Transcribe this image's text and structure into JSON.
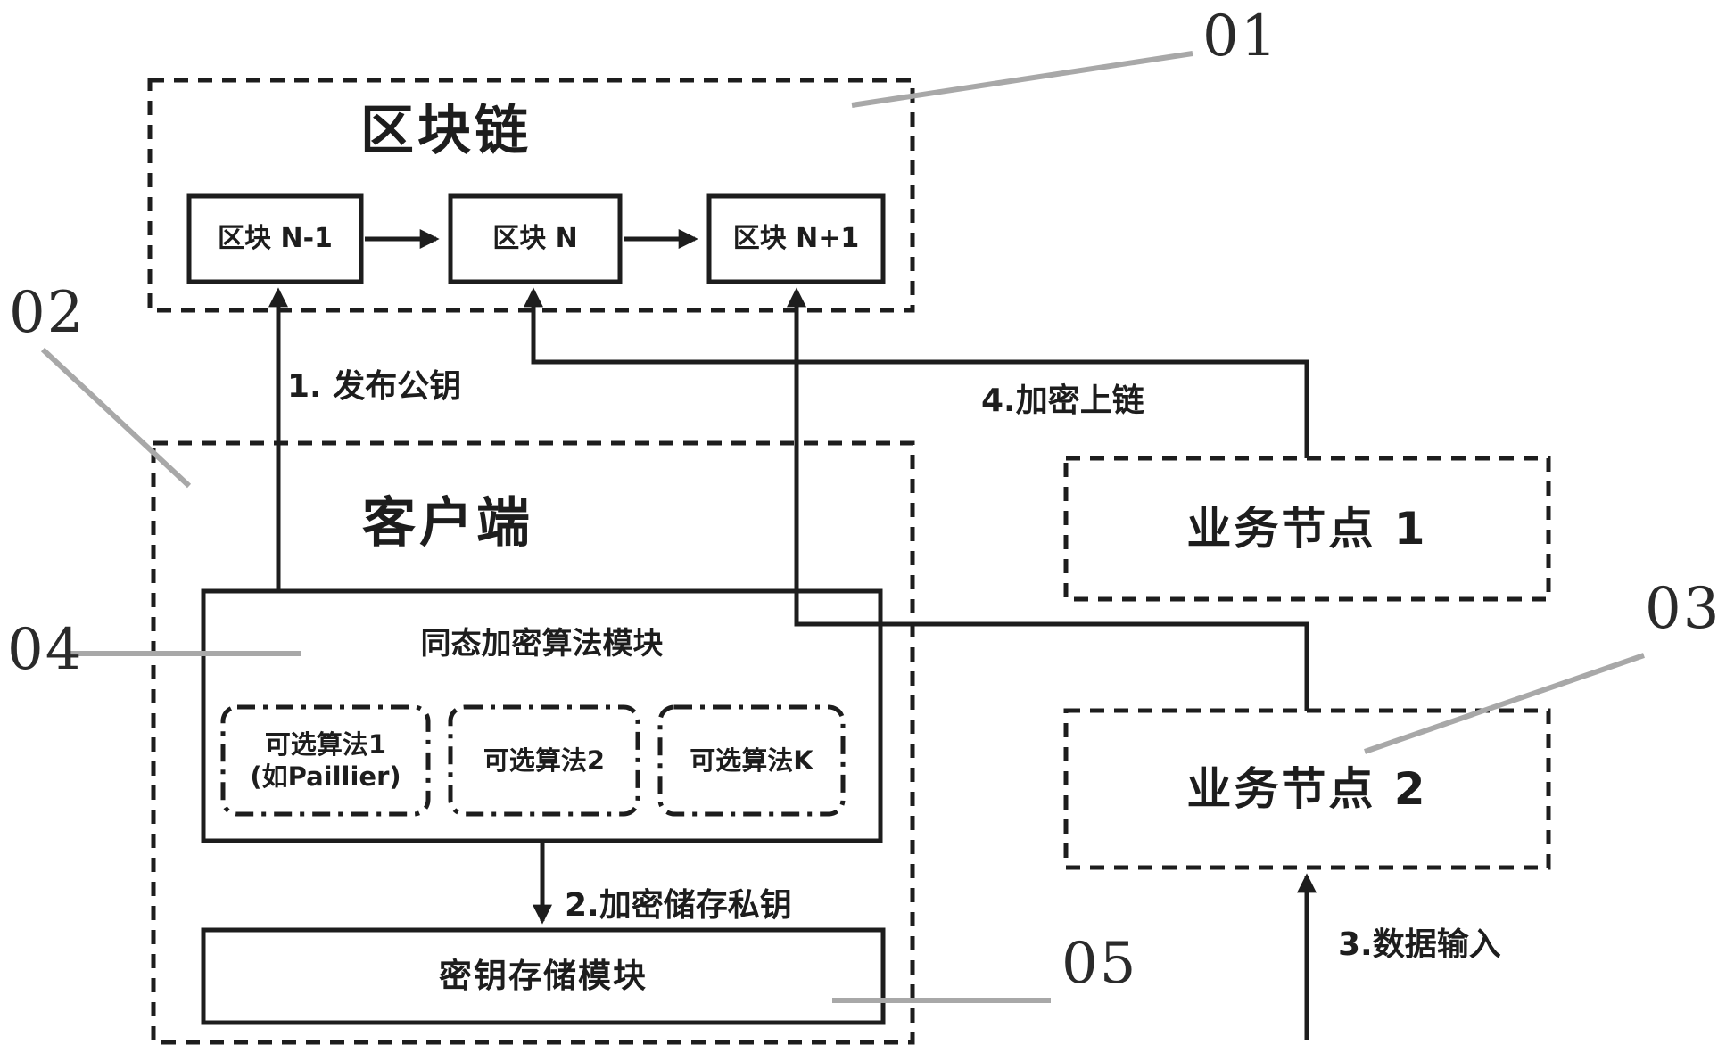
{
  "figure": {
    "blockchain": {
      "title": "区块链",
      "blocks": [
        "区块 N-1",
        "区块 N",
        "区块 N+1"
      ]
    },
    "client": {
      "title": "客户端",
      "homomorphic_module": {
        "title": "同态加密算法模块",
        "algorithms": [
          {
            "line1": "可选算法1",
            "line2": "(如Paillier)"
          },
          {
            "line1": "可选算法2"
          },
          {
            "line1": "可选算法K"
          }
        ]
      },
      "key_storage_module": {
        "title": "密钥存储模块"
      }
    },
    "business_node_1": {
      "title": "业务节点 1"
    },
    "business_node_2": {
      "title": "业务节点 2"
    },
    "edges": {
      "publish_public_key": "1. 发布公钥",
      "encrypt_store_private_key": "2.加密储存私钥",
      "data_input": "3.数据输入",
      "encrypt_upload": "4.加密上链"
    },
    "refs": {
      "r01": "01",
      "r02": "02",
      "r03": "03",
      "r04": "04",
      "r05": "05"
    },
    "colors": {
      "ink": "#1d1d1d",
      "leader": "#a8a8a8",
      "background": "#ffffff"
    }
  }
}
